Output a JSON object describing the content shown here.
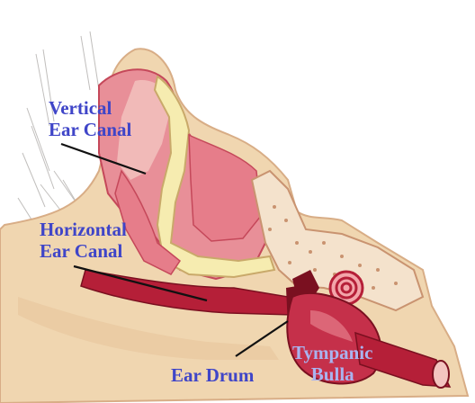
{
  "colors": {
    "label_text": "#3f45c8",
    "label_text_light": "#a9b3ef",
    "leader_line": "#111111",
    "skin": "#f0d6b0",
    "skin_dark": "#d8ad86",
    "flesh": "#e88f98",
    "flesh_dark": "#c5485a",
    "canal": "#b51f38",
    "cartilage": "#f6ecb0",
    "bone": "#f4e2cc",
    "bone_dot": "#c99370",
    "hair": "#8e8a86"
  },
  "labels": {
    "vertical_canal": [
      "Vertical",
      "Ear Canal"
    ],
    "horizontal_canal": [
      "Horizontal",
      "Ear Canal"
    ],
    "ear_drum": "Ear Drum",
    "tympanic_bulla": [
      "Tympanic",
      "Bulla"
    ]
  }
}
